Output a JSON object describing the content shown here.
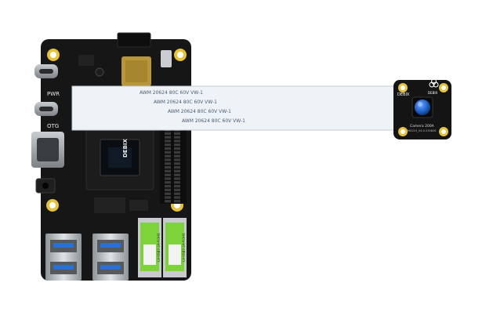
{
  "board": {
    "silk_pwr": "PWR",
    "silk_otg": "OTG",
    "brand_logo": "DEBIX",
    "usb_label_1": "LX-USB3-2A-ROHS",
    "usb_label_2": "LX-USB3-2A-ROHS"
  },
  "ribbon": {
    "print_rows": [
      "AWM 20624 80C 60V VW-1",
      "AWM 20624 80C 60V VW-1",
      "AWM 20624 80C 60V VW-1",
      "AWM 20624 80C 60V VW-1"
    ]
  },
  "camera": {
    "logo_text": "DEBIX",
    "corner_text": "DEBIX",
    "model_line1": "Camera 200A",
    "model_line2": "IMX219_V4.0-230826"
  },
  "colors": {
    "pcb": "#161616",
    "ribbon": "#eef3f7",
    "lens": "#1e63c8",
    "usb_blue": "#2a6fd6",
    "label_green": "#7dd43a"
  }
}
